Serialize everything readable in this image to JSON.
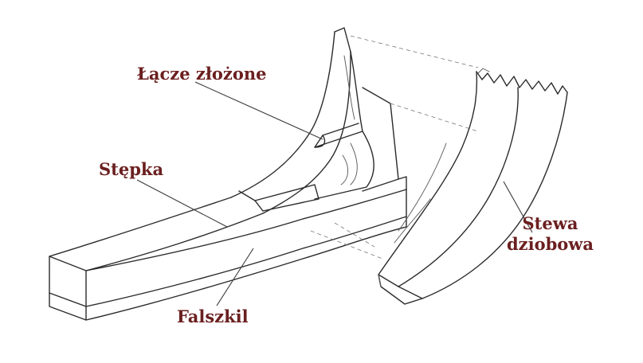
{
  "labels": {
    "compound_joint": "Łącze złożone",
    "keel": "Stępka",
    "false_keel": "Falszkil",
    "stem_line1": "Stewa",
    "stem_line2": "dziobowa"
  },
  "colors": {
    "label_text": "#6b1f1f",
    "ink": "#2b2b2b",
    "background": "#ffffff"
  }
}
